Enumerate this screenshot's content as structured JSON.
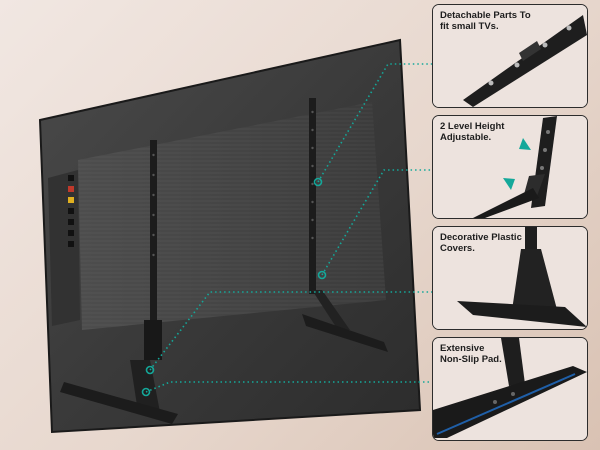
{
  "accent_color": "#14a89a",
  "product": {
    "tv_color": "#3a3a3a",
    "stand_color": "#1c1c1c"
  },
  "callouts": [
    {
      "label": "Detachable Parts To\nfit small TVs.",
      "icon": "detachable-bracket"
    },
    {
      "label": "2 Level Height\nAdjustable.",
      "icon": "height-adjust-arrows"
    },
    {
      "label": "Decorative Plastic\nCovers.",
      "icon": "plastic-cover"
    },
    {
      "label": "Extensive\nNon-Slip Pad.",
      "icon": "non-slip-pad"
    }
  ]
}
